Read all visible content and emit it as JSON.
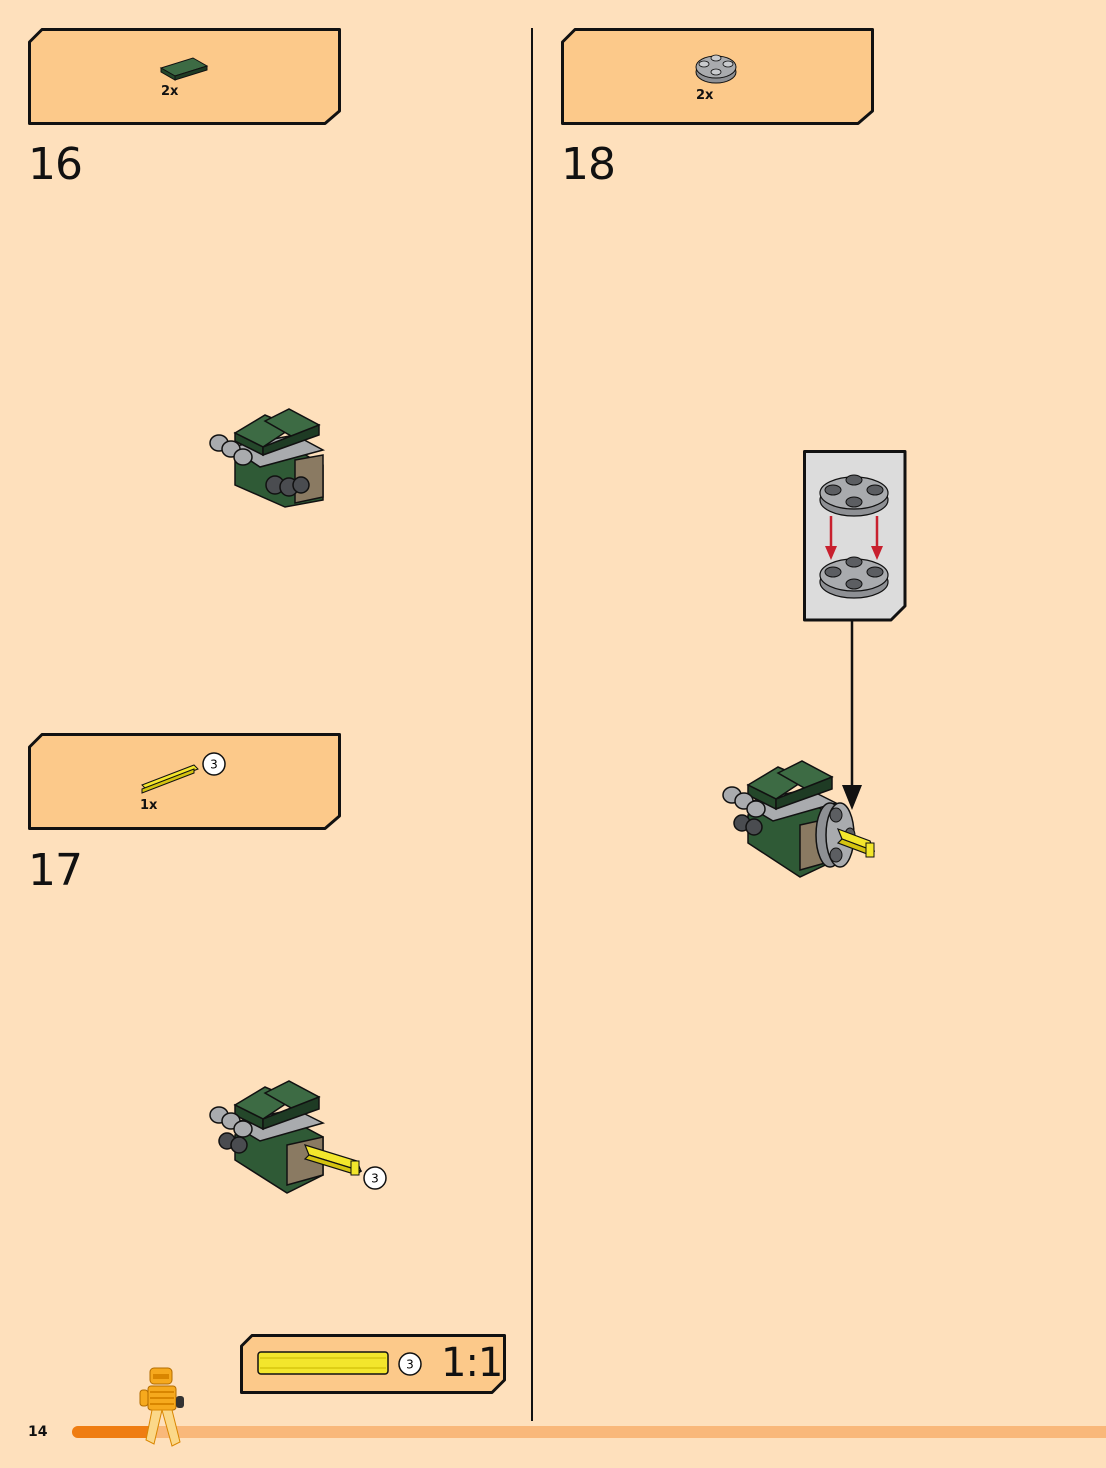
{
  "page": {
    "number": "14",
    "progress": 0.08
  },
  "steps": [
    {
      "number": "16",
      "parts": [
        {
          "qty": "2x",
          "icon": "green-tile-icon"
        }
      ]
    },
    {
      "number": "17",
      "parts": [
        {
          "qty": "1x",
          "icon": "yellow-axle-icon",
          "length": "3"
        }
      ]
    },
    {
      "number": "18",
      "parts": [
        {
          "qty": "2x",
          "icon": "gray-round-plate-icon"
        }
      ]
    }
  ],
  "scale_box": {
    "length": "3",
    "scale": "1:1"
  },
  "callout_length_step17": "3",
  "colors": {
    "background": "#fee0bc",
    "callout": "#fcc98a",
    "progress": "#ef7d12",
    "progress_track": "#f9b87a",
    "green": "#2f5a36",
    "yellow": "#f3e62c",
    "gray": "#a9abae"
  }
}
